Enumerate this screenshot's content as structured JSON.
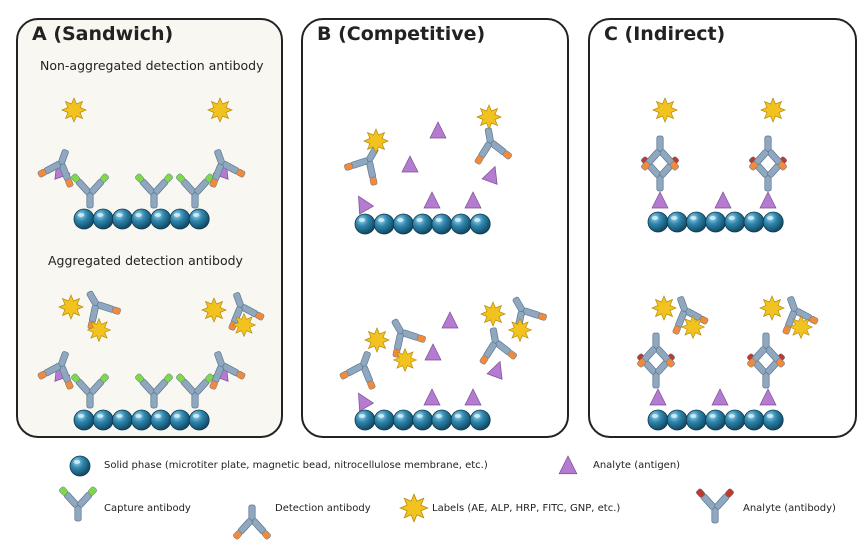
{
  "panels": {
    "a": {
      "title": "A (Sandwich)",
      "label_top": "Non-aggregated detection antibody",
      "label_bottom": "Aggregated detection antibody"
    },
    "b": {
      "title": "B (Competitive)"
    },
    "c": {
      "title": "C (Indirect)"
    }
  },
  "legend": {
    "solid_phase": "Solid phase (microtiter plate, magnetic bead, nitrocellulose membrane, etc.)",
    "analyte_antigen": "Analyte (antigen)",
    "capture_antibody": "Capture antibody",
    "detection_antibody": "Detection antibody",
    "labels": "Labels (AE, ALP, HRP, FITC, GNP, etc.)",
    "analyte_antibody": "Analyte (antibody)"
  },
  "colors": {
    "bead": "#2a7fa6",
    "antibody_body": "#8fa8c0",
    "capture_tip": "#7ed84a",
    "detection_tip": "#f08a3c",
    "analyte_antibody_tip": "#c0392b",
    "antigen": "#b57bd1",
    "label_star": "#f2c21f"
  }
}
